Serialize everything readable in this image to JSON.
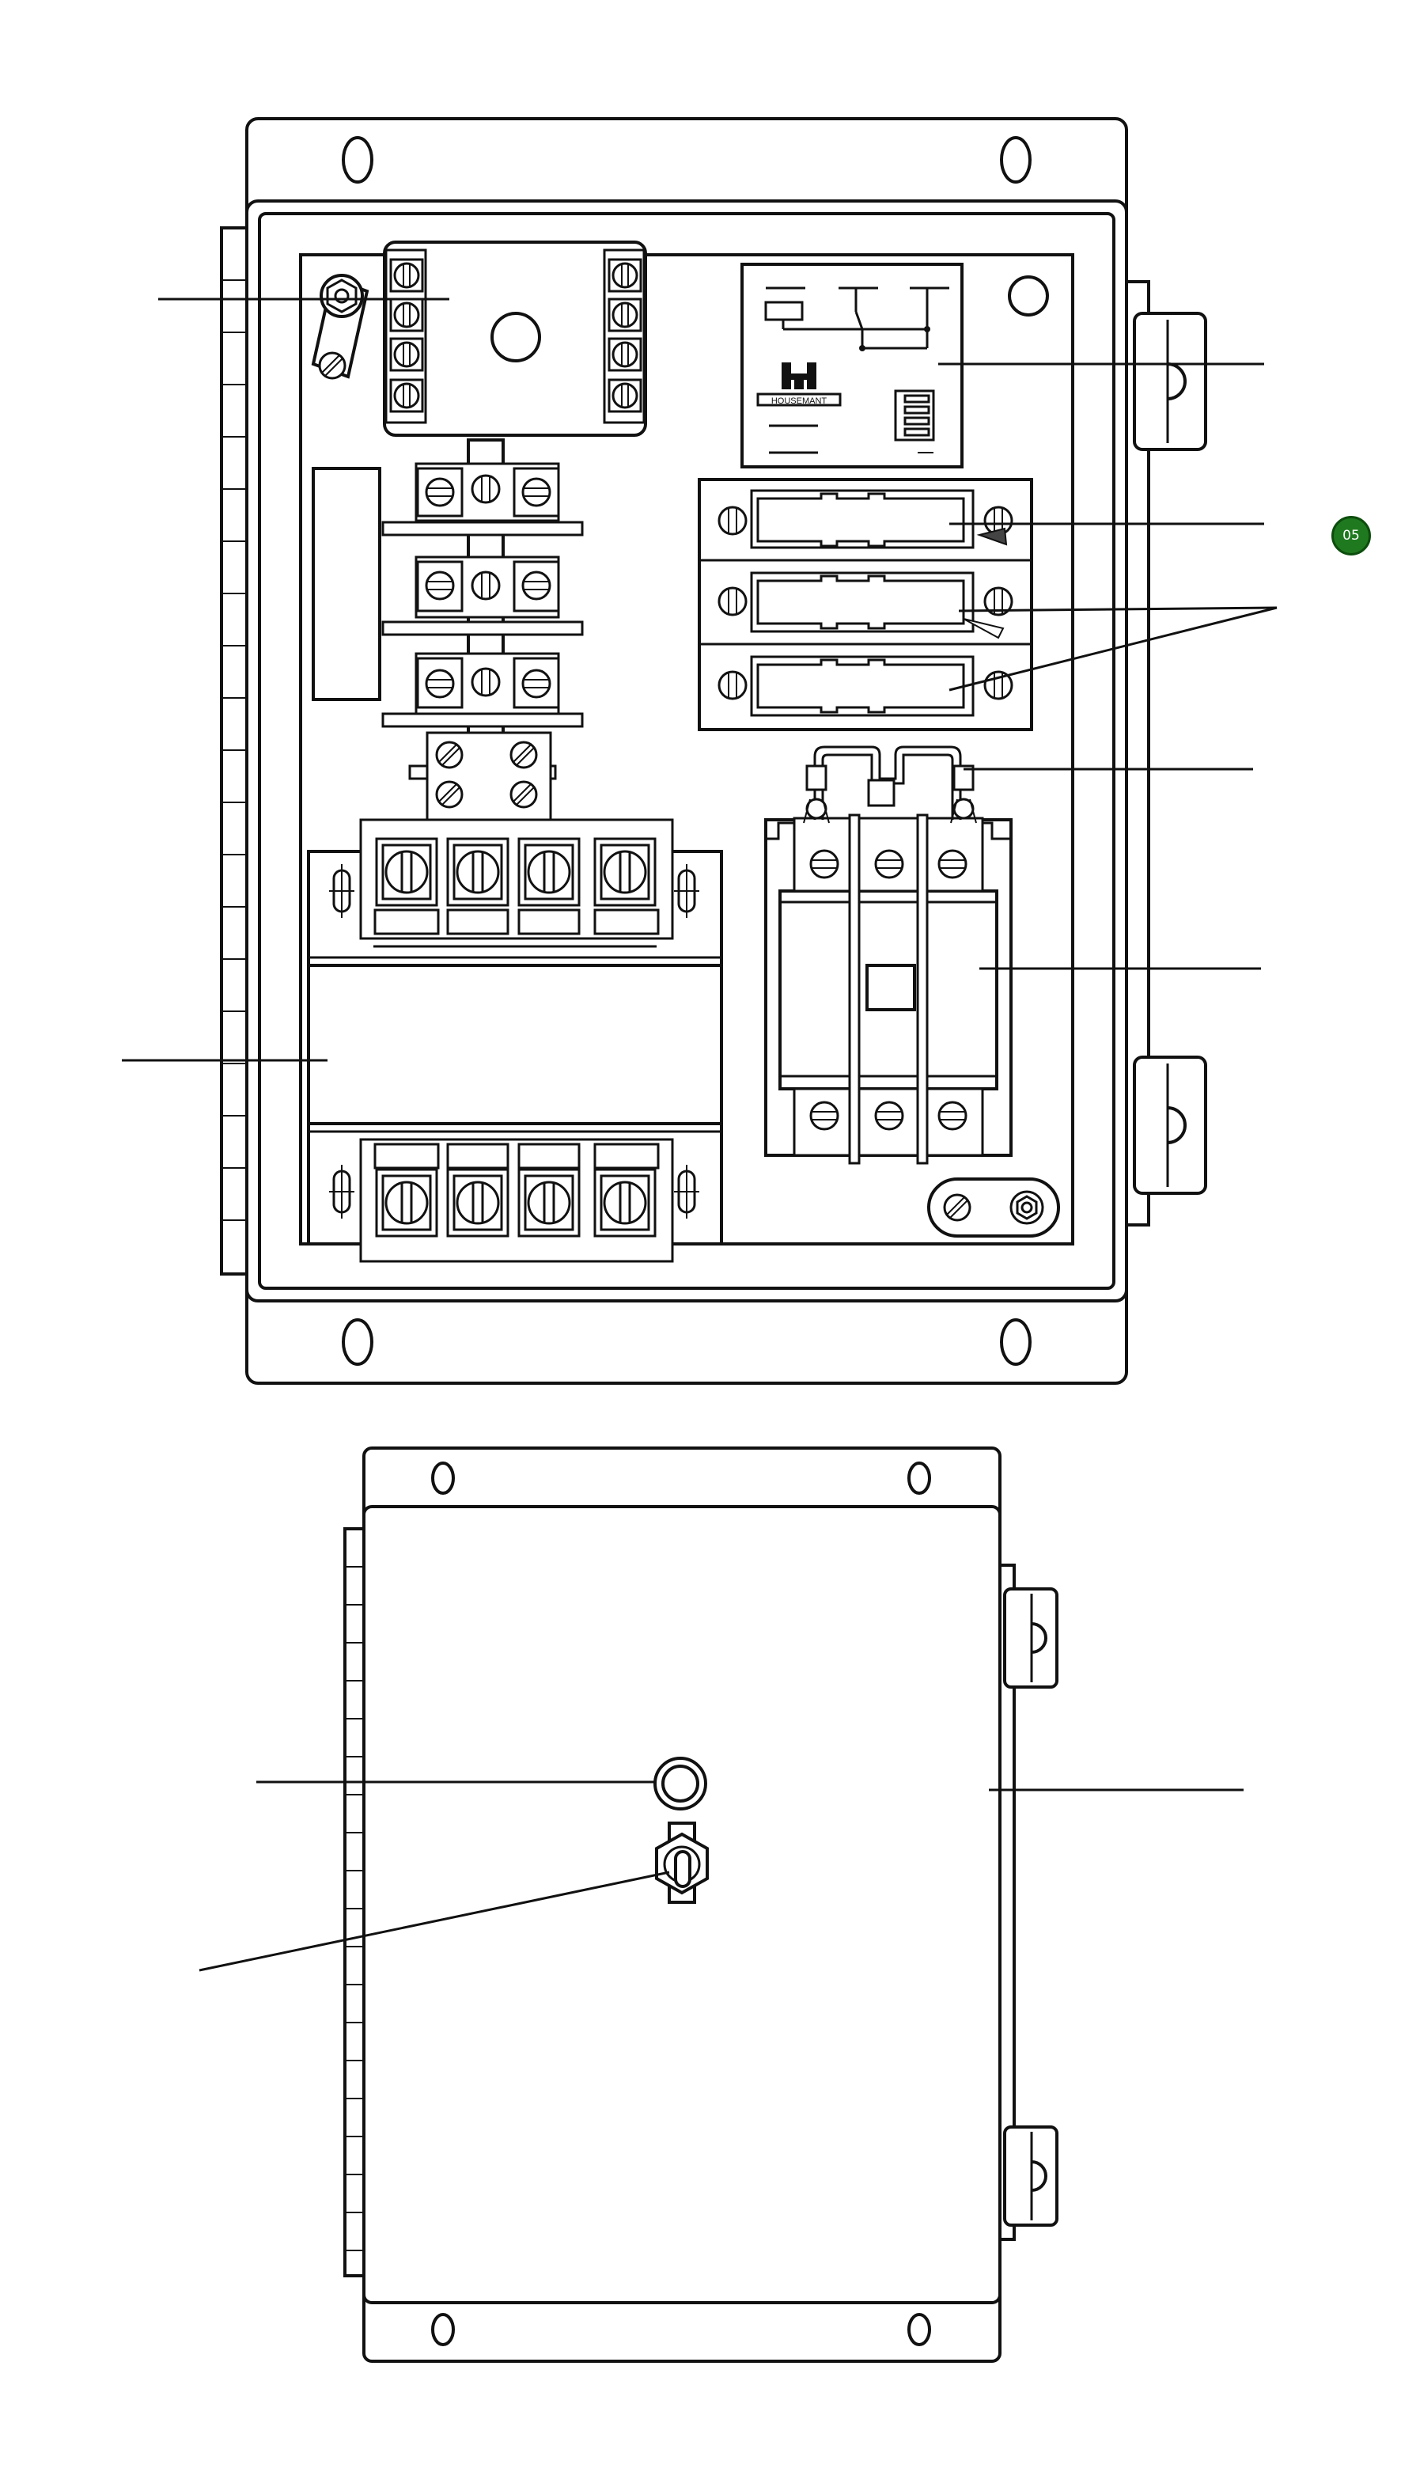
{
  "badge": {
    "label": "05",
    "color": "#1f7a1f"
  },
  "relay_label": {
    "brand": "HOUSEMANT"
  },
  "icons": [
    "screw-terminal-icon",
    "ground-lug-icon",
    "fuse-icon",
    "pilot-light-icon",
    "toggle-switch-icon",
    "hinge-icon",
    "logo-icon"
  ],
  "views": [
    "panel-interior",
    "enclosure-door"
  ]
}
